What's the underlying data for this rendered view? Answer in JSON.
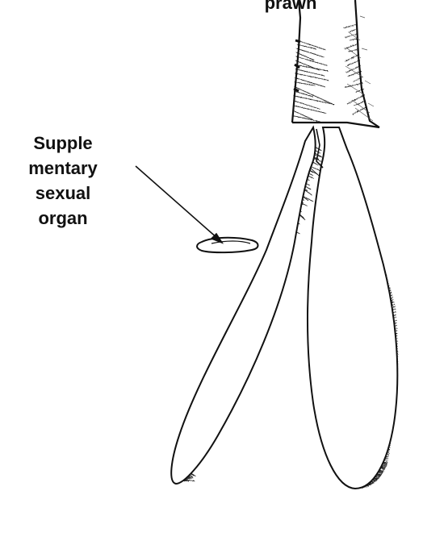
{
  "labels": {
    "top": "prawn",
    "callout_lines": [
      "Supple",
      "mentary",
      "sexual",
      "organ"
    ]
  },
  "colors": {
    "ink": "#111111",
    "background": "#ffffff"
  }
}
